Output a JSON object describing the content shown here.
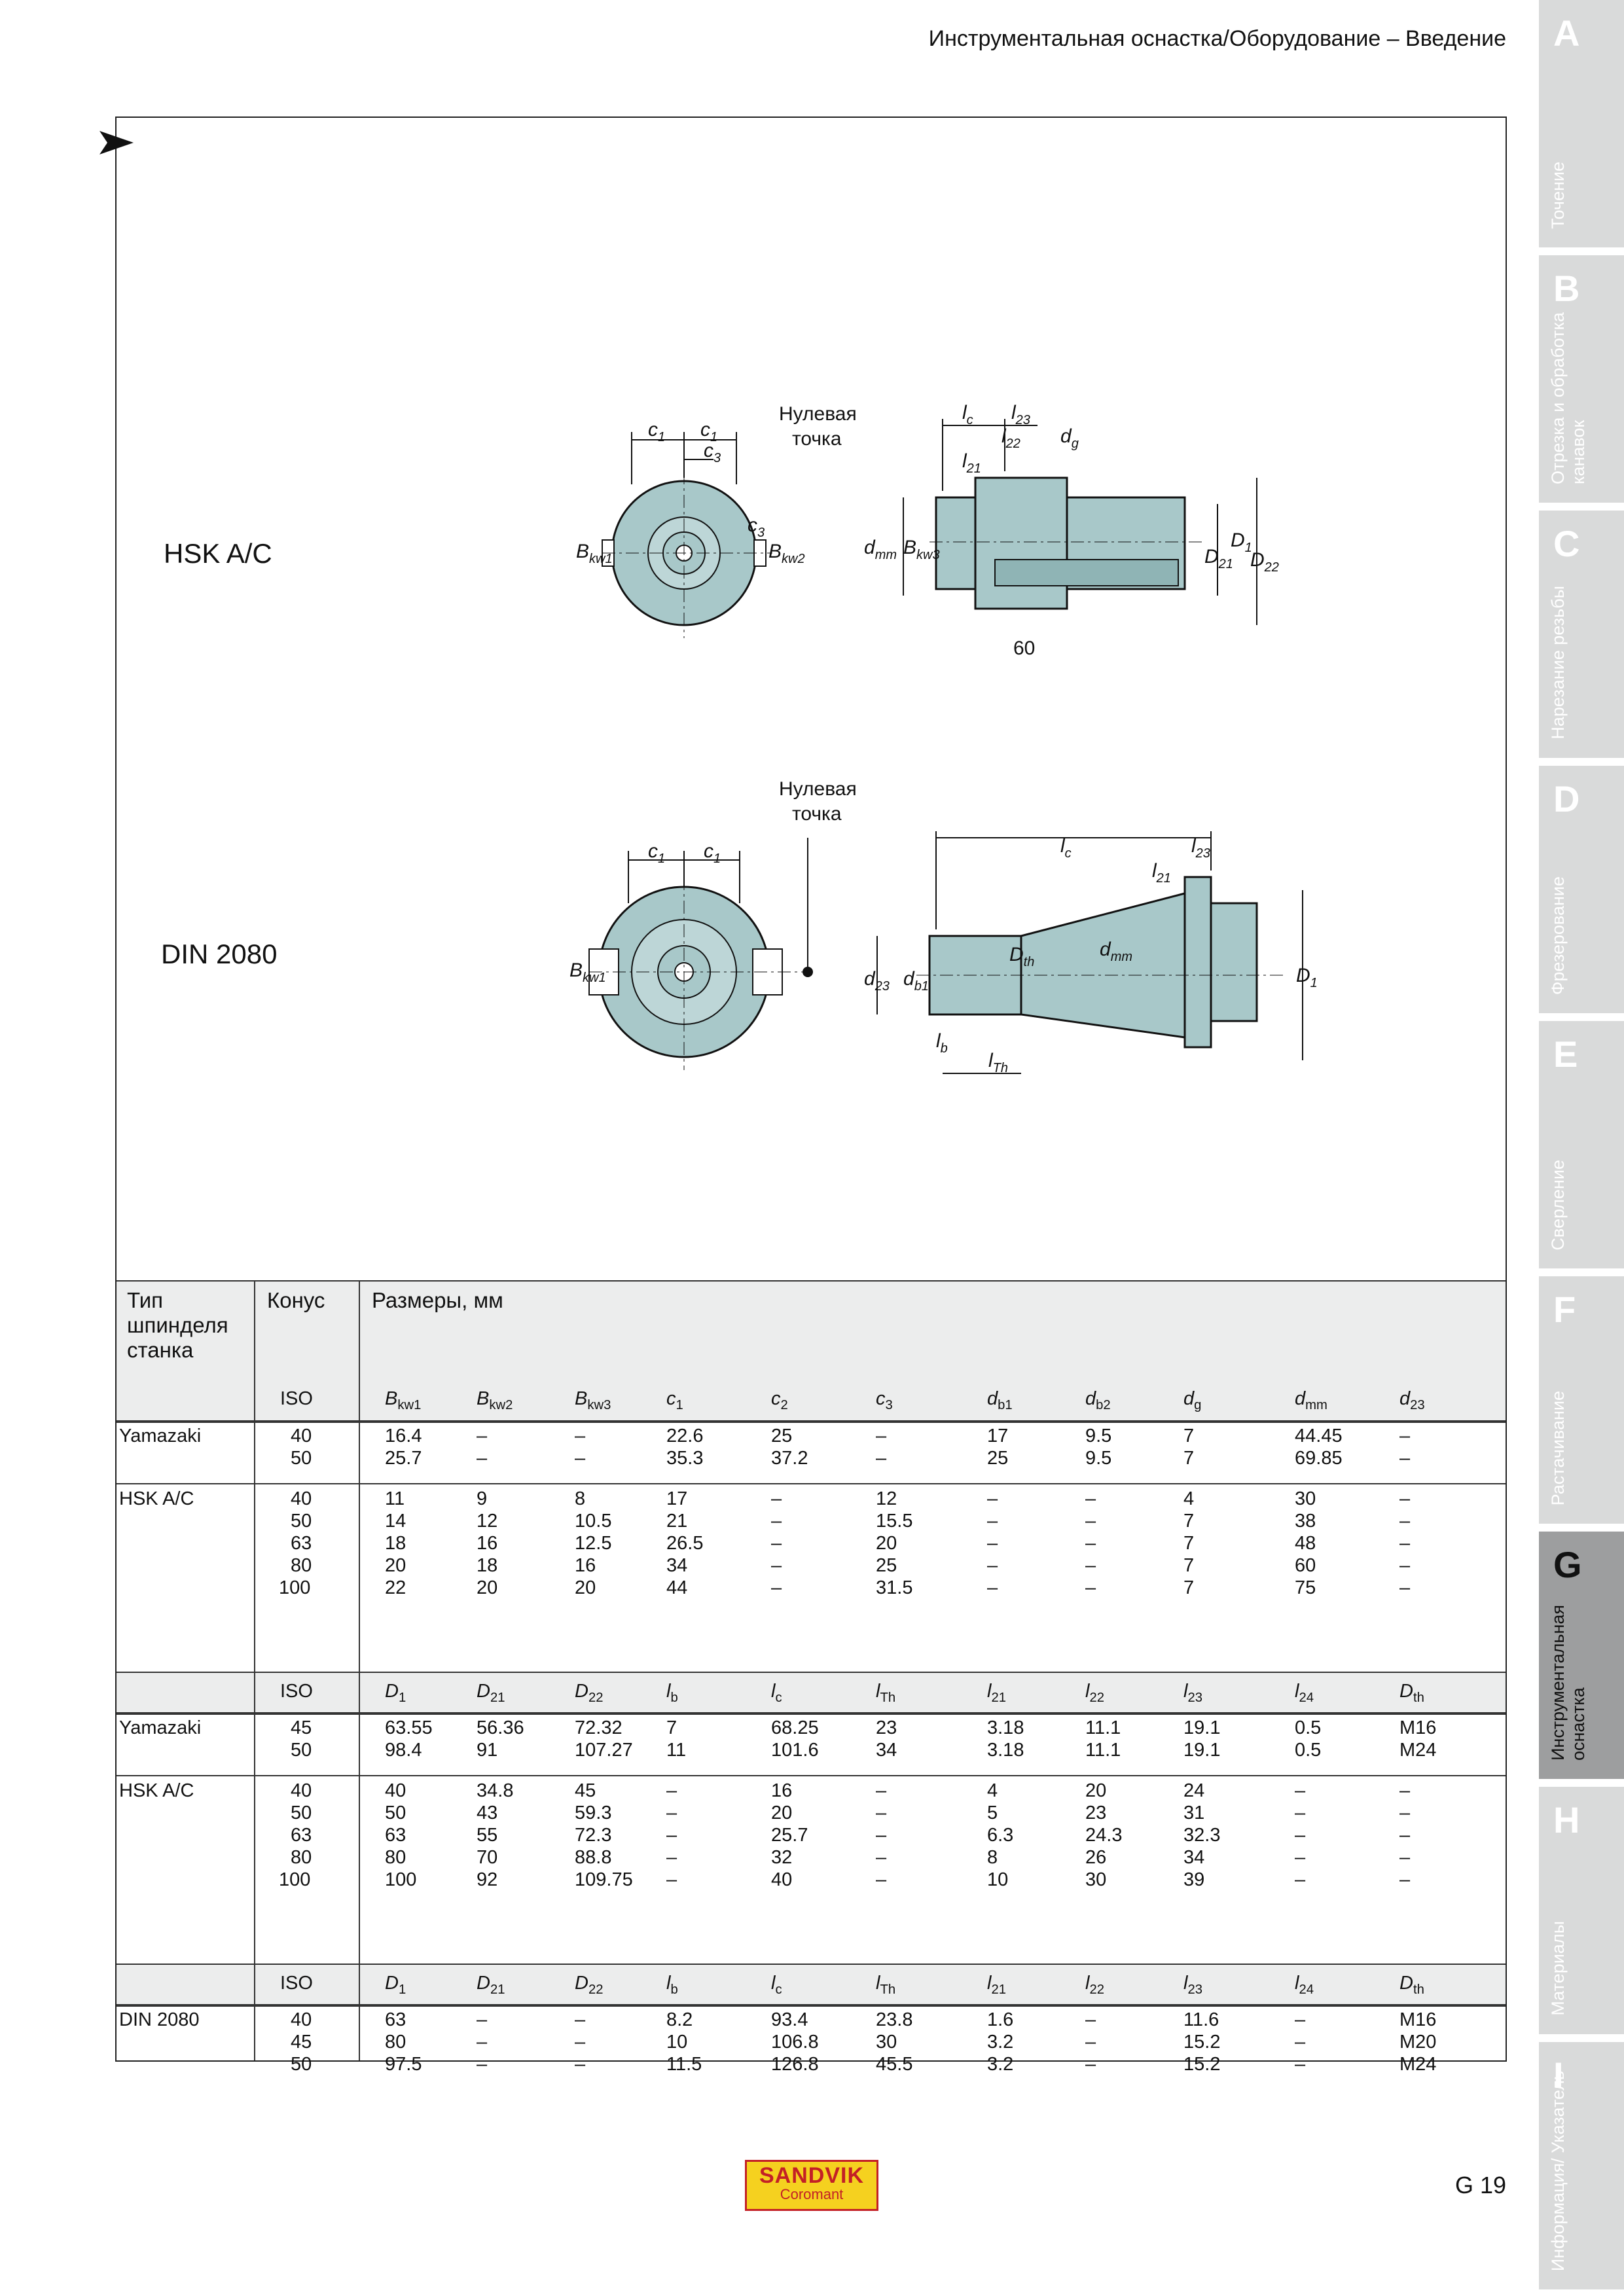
{
  "header": {
    "title": "Инструментальная оснастка/Оборудование – Введение"
  },
  "drawings": {
    "hsk": {
      "label": "HSK A/C",
      "zero_point": [
        "Нулевая",
        "точка"
      ],
      "front_labels": [
        "c1",
        "c1",
        "c3",
        "c3",
        "Bkw1",
        "Bkw2"
      ],
      "side_labels": [
        "lc",
        "l23",
        "l22",
        "dg",
        "l21",
        "dmm",
        "Bkw3",
        "D21",
        "D1",
        "D22",
        "60"
      ]
    },
    "din": {
      "label": "DIN 2080",
      "zero_point": [
        "Нулевая",
        "точка"
      ],
      "front_labels": [
        "c1",
        "c1",
        "Bkw1"
      ],
      "side_labels": [
        "lc",
        "l23",
        "l21",
        "dmm",
        "Dth",
        "d23",
        "db1",
        "D1",
        "lb",
        "lTh"
      ]
    }
  },
  "table": {
    "col_type": [
      "Тип",
      "шпинделя",
      "станка"
    ],
    "col_taper": "Конус",
    "col_dims": "Размеры, мм",
    "section1": {
      "headers": [
        "ISO",
        "Bkw1",
        "Bkw2",
        "Bkw3",
        "c1",
        "c2",
        "c3",
        "db1",
        "db2",
        "dg",
        "dmm",
        "d23"
      ],
      "groups": [
        {
          "name": "Yamazaki",
          "rows": [
            [
              "40",
              "16.4",
              "–",
              "–",
              "22.6",
              "25",
              "–",
              "17",
              "9.5",
              "7",
              "44.45",
              "–"
            ],
            [
              "50",
              "25.7",
              "–",
              "–",
              "35.3",
              "37.2",
              "–",
              "25",
              "9.5",
              "7",
              "69.85",
              "–"
            ]
          ]
        },
        {
          "name": "HSK A/C",
          "rows": [
            [
              "40",
              "11",
              "9",
              "8",
              "17",
              "–",
              "12",
              "–",
              "–",
              "4",
              "30",
              "–"
            ],
            [
              "50",
              "14",
              "12",
              "10.5",
              "21",
              "–",
              "15.5",
              "–",
              "–",
              "7",
              "38",
              "–"
            ],
            [
              "63",
              "18",
              "16",
              "12.5",
              "26.5",
              "–",
              "20",
              "–",
              "–",
              "7",
              "48",
              "–"
            ],
            [
              "80",
              "20",
              "18",
              "16",
              "34",
              "–",
              "25",
              "–",
              "–",
              "7",
              "60",
              "–"
            ],
            [
              "100",
              "22",
              "20",
              "20",
              "44",
              "–",
              "31.5",
              "–",
              "–",
              "7",
              "75",
              "–"
            ]
          ]
        }
      ]
    },
    "section2": {
      "headers": [
        "ISO",
        "D1",
        "D21",
        "D22",
        "lb",
        "lc",
        "lTh",
        "l21",
        "l22",
        "l23",
        "l24",
        "Dth"
      ],
      "groups": [
        {
          "name": "Yamazaki",
          "rows": [
            [
              "45",
              "63.55",
              "56.36",
              "72.32",
              "7",
              "68.25",
              "23",
              "3.18",
              "11.1",
              "19.1",
              "0.5",
              "M16"
            ],
            [
              "50",
              "98.4",
              "91",
              "107.27",
              "11",
              "101.6",
              "34",
              "3.18",
              "11.1",
              "19.1",
              "0.5",
              "M24"
            ]
          ]
        },
        {
          "name": "HSK A/C",
          "rows": [
            [
              "40",
              "40",
              "34.8",
              "45",
              "–",
              "16",
              "–",
              "4",
              "20",
              "24",
              "–",
              "–"
            ],
            [
              "50",
              "50",
              "43",
              "59.3",
              "–",
              "20",
              "–",
              "5",
              "23",
              "31",
              "–",
              "–"
            ],
            [
              "63",
              "63",
              "55",
              "72.3",
              "–",
              "25.7",
              "–",
              "6.3",
              "24.3",
              "32.3",
              "–",
              "–"
            ],
            [
              "80",
              "80",
              "70",
              "88.8",
              "–",
              "32",
              "–",
              "8",
              "26",
              "34",
              "–",
              "–"
            ],
            [
              "100",
              "100",
              "92",
              "109.75",
              "–",
              "40",
              "–",
              "10",
              "30",
              "39",
              "–",
              "–"
            ]
          ]
        }
      ]
    },
    "section3": {
      "headers": [
        "ISO",
        "D1",
        "D21",
        "D22",
        "lb",
        "lc",
        "lTh",
        "l21",
        "l22",
        "l23",
        "l24",
        "Dth"
      ],
      "groups": [
        {
          "name": "DIN 2080",
          "rows": [
            [
              "40",
              "63",
              "–",
              "–",
              "8.2",
              "93.4",
              "23.8",
              "1.6",
              "–",
              "11.6",
              "–",
              "M16"
            ],
            [
              "45",
              "80",
              "–",
              "–",
              "10",
              "106.8",
              "30",
              "3.2",
              "–",
              "15.2",
              "–",
              "M20"
            ],
            [
              "50",
              "97.5",
              "–",
              "–",
              "11.5",
              "126.8",
              "45.5",
              "3.2",
              "–",
              "15.2",
              "–",
              "M24"
            ]
          ]
        }
      ]
    }
  },
  "sidetabs": [
    {
      "letter": "A",
      "text": "Точение"
    },
    {
      "letter": "B",
      "text": "Отрезка и обработка канавок"
    },
    {
      "letter": "C",
      "text": "Нарезание резьбы"
    },
    {
      "letter": "D",
      "text": "Фрезерование"
    },
    {
      "letter": "E",
      "text": "Сверление"
    },
    {
      "letter": "F",
      "text": "Растачивание"
    },
    {
      "letter": "G",
      "text": "Инструментальная оснастка",
      "active": true
    },
    {
      "letter": "H",
      "text": "Материалы"
    },
    {
      "letter": "I",
      "text": "Информация/ Указатель"
    }
  ],
  "logo": {
    "main": "SANDVIK",
    "sub": "Coromant"
  },
  "page_number": "G 19"
}
